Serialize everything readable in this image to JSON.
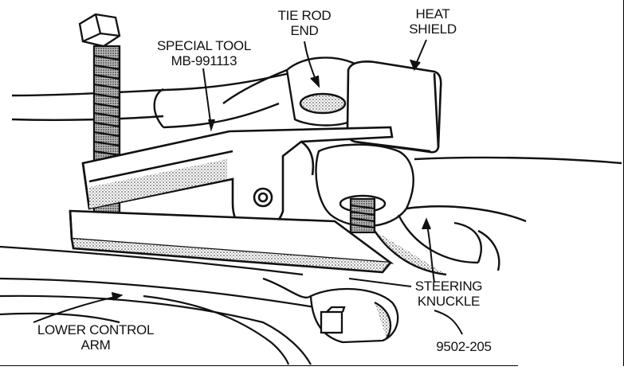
{
  "diagram": {
    "labels": {
      "special_tool_line1": "SPECIAL TOOL",
      "special_tool_line2": "MB-991113",
      "tie_rod_line1": "TIE ROD",
      "tie_rod_line2": "END",
      "heat_shield_line1": "HEAT",
      "heat_shield_line2": "SHIELD",
      "steering_knuckle_line1": "STEERING",
      "steering_knuckle_line2": "KNUCKLE",
      "lower_control_arm_line1": "LOWER CONTROL",
      "lower_control_arm_line2": "ARM",
      "figure_number": "9502-205"
    },
    "colors": {
      "ink": "#111111",
      "shade": "#9a9a9a",
      "paper": "#ffffff"
    }
  }
}
